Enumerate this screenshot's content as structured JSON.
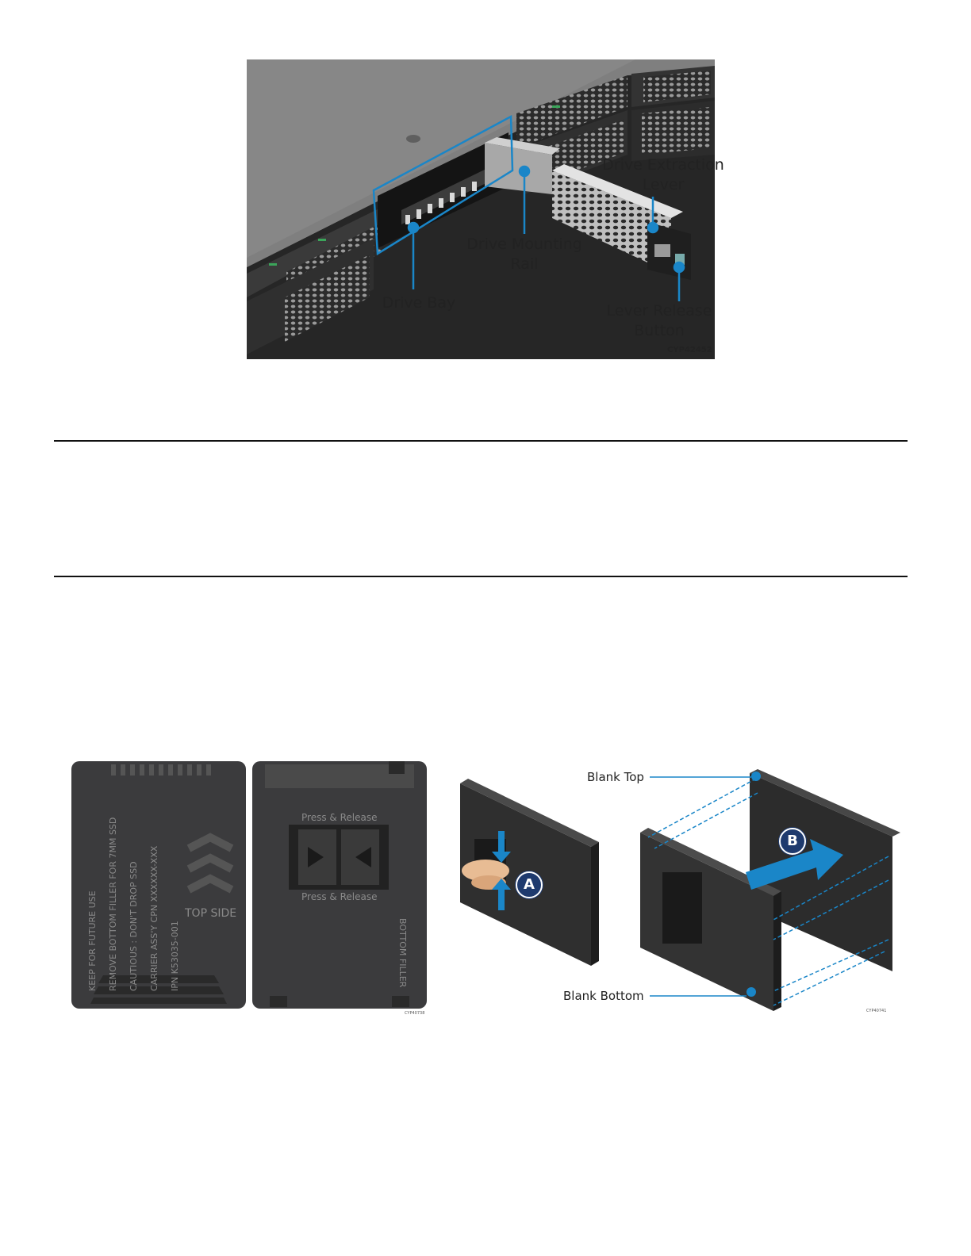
{
  "figure1": {
    "labels": {
      "drive_extraction_lever": "Drive Extraction\nLever",
      "drive_mounting_rail": "Drive Mounting\nRail",
      "drive_bay": "Drive Bay",
      "lever_release_button": "Lever Release\nButton"
    },
    "figure_code": "CYP42452",
    "callout_color": "#1a86c8"
  },
  "figure2": {
    "top_side_label": "TOP SIDE",
    "carrier_text": [
      "KEEP FOR FUTURE USE",
      "REMOVE BOTTOM FILLER FOR 7MM SSD",
      "CAUTIOUS : DON'T DROP SSD",
      "CARRIER ASS'Y CPN   XXXXXX-XXX",
      "IPN   K53035-001"
    ],
    "press_release_label": "Press & Release",
    "bottom_filler_label": "BOTTOM FILLER",
    "step_a": "A",
    "step_b": "B",
    "blank_top": "Blank Top",
    "blank_bottom": "Blank Bottom",
    "code_left": "CYP40738",
    "code_right": "CYP40741",
    "callout_color": "#1a86c8"
  }
}
